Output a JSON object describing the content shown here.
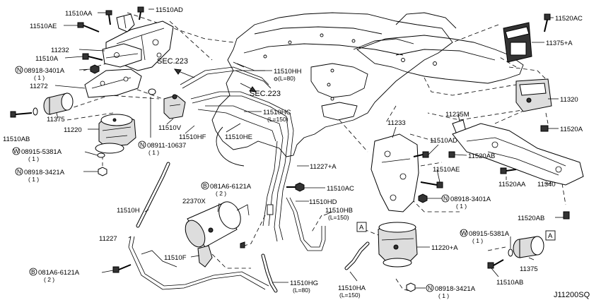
{
  "labels": {
    "l_11510AA": "11510AA",
    "l_11510AD_top": "11510AD",
    "l_11510AE_top": "11510AE",
    "l_11232": "11232",
    "l_11510A": "11510A",
    "l_08918_3401A_left": "08918-3401A",
    "l_08918_3401A_left_q": "( 1 )",
    "l_11272": "11272",
    "l_11375_left": "11375",
    "l_11510AB_left": "11510AB",
    "l_11220": "11220",
    "l_08915_5381A_left": "08915-5381A",
    "l_08915_5381A_left_q": "( 1 )",
    "l_08918_3421A_left": "08918-3421A",
    "l_08918_3421A_left_q": "( 1 )",
    "l_sec223_a": "SEC.223",
    "l_sec223_b": "SEC.223",
    "l_11510HH": "11510HH",
    "l_11510HH_len": "(L=80)",
    "l_11510HC": "11510HC",
    "l_11510HC_len": "(L=150)",
    "l_11510V": "11510V",
    "l_11510HF": "11510HF",
    "l_11510HE": "11510HE",
    "l_08911_10637": "08911-10637",
    "l_08911_10637_q": "( 1 )",
    "l_11520AC": "11520AC",
    "l_11375A": "11375+A",
    "l_11320": "11320",
    "l_11235M": "11235M",
    "l_11233": "11233",
    "l_11510AD_mid": "11510AD",
    "l_11520AB_mid": "11520AB",
    "l_11520A": "11520A",
    "l_11510AE_mid": "11510AE",
    "l_11227A": "11227+A",
    "l_081A6_6121A_top": "081A6-6121A",
    "l_081A6_6121A_top_q": "( 2 )",
    "l_11510AC": "11510AC",
    "l_22370X": "22370X",
    "l_11510HD": "11510HD",
    "l_11510HB": "11510HB",
    "l_11510HB_len": "(L=150)",
    "l_08918_3401A_right": "08918-3401A",
    "l_08918_3401A_right_q": "( 1 )",
    "l_11520AA": "11520AA",
    "l_11340": "11340",
    "l_11510H": "11510H",
    "l_11227": "11227",
    "l_11520AB_right": "11520AB",
    "l_08915_5381A_right": "08915-5381A",
    "l_08915_5381A_right_q": "( 1 )",
    "l_11220A": "11220+A",
    "l_11510F": "11510F",
    "l_081A6_6121A_bot": "081A6-6121A",
    "l_081A6_6121A_bot_q": "( 2 )",
    "l_11375_right": "11375",
    "l_11510AB_right": "11510AB",
    "l_11510HG": "11510HG",
    "l_11510HG_len": "(L=80)",
    "l_11510HA": "11510HA",
    "l_11510HA_len": "(L=150)",
    "l_08918_3421A_right": "08918-3421A",
    "l_08918_3421A_right_q": "( 1 )",
    "l_ref_A_mid": "A",
    "l_ref_A_right": "A",
    "diagram_id": "J11200SQ"
  },
  "prefixes": {
    "N": "N",
    "W": "W",
    "B": "B"
  }
}
